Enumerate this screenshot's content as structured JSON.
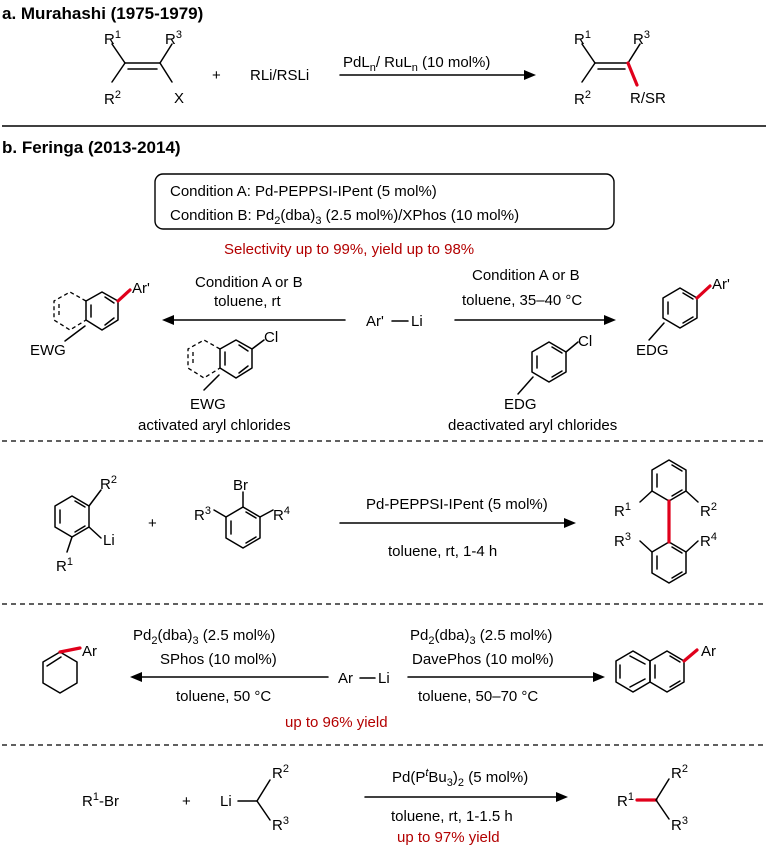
{
  "section_a": {
    "title": "a. Murahashi (1975-1979)",
    "reagent": "RLi/RSLi",
    "plus": "+",
    "catalyst": "PdL",
    "catalyst_2": "/ RuL",
    "catalyst_3": " (10 mol%)",
    "sub_n": "n",
    "R1": "R",
    "R2": "R",
    "R3": "R",
    "X": "X",
    "product_group": "R/SR",
    "sup1": "1",
    "sup2": "2",
    "sup3": "3"
  },
  "section_b": {
    "title": "b. Feringa (2013-2014)",
    "condition_a": "Condition A: Pd-PEPPSI-IPent (5 mol%)",
    "condition_b_1": "Condition B: Pd",
    "condition_b_2": "(dba)",
    "condition_b_3": " (2.5 mol%)/XPhos (10 mol%)",
    "sub2": "2",
    "sub3": "3",
    "selectivity": "Selectivity up to 99%, yield up to 98%",
    "center_reagent": "Ar'",
    "center_li": "Li",
    "left_arrow_line1": "Condition A or B",
    "left_arrow_line2": "toluene, rt",
    "right_arrow_line1": "Condition A or B",
    "right_arrow_line2": "toluene, 35–40 °C",
    "ewg": "EWG",
    "edg": "EDG",
    "ar_prime": "Ar'",
    "cl": "Cl",
    "activated": "activated aryl chlorides",
    "deactivated": "deactivated aryl chlorides"
  },
  "section_c": {
    "R": "R",
    "sup1": "1",
    "sup2": "2",
    "sup3": "3",
    "sup4": "4",
    "li": "Li",
    "br": "Br",
    "plus": "+",
    "catalyst": "Pd-PEPPSI-IPent (5 mol%)",
    "conditions": "toluene, rt, 1-4 h"
  },
  "section_d": {
    "ar": "Ar",
    "reagent_ar": "Ar",
    "reagent_li": "Li",
    "left_cat_1": "Pd",
    "left_cat_2": "(dba)",
    "left_cat_3": " (2.5 mol%)",
    "left_lig": "SPhos (10 mol%)",
    "left_cond": "toluene, 50 °C",
    "right_cat_1": "Pd",
    "right_cat_2": "(dba)",
    "right_cat_3": " (2.5 mol%)",
    "right_lig": "DavePhos (10 mol%)",
    "right_cond": "toluene, 50–70 °C",
    "sub2": "2",
    "sub3": "3",
    "yield": "up to 96% yield"
  },
  "section_e": {
    "r1br_R": "R",
    "r1br_sup": "1",
    "r1br_br": "-Br",
    "plus": "+",
    "li": "Li",
    "R": "R",
    "sup1": "1",
    "sup2": "2",
    "sup3": "3",
    "cat_1": "Pd(P",
    "cat_t": "t",
    "cat_2": "Bu",
    "cat_3": ")",
    "cat_4": " (5 mol%)",
    "sub3": "3",
    "sub2": "2",
    "conditions": "toluene, rt, 1-1.5 h",
    "yield": "up to 97% yield"
  }
}
